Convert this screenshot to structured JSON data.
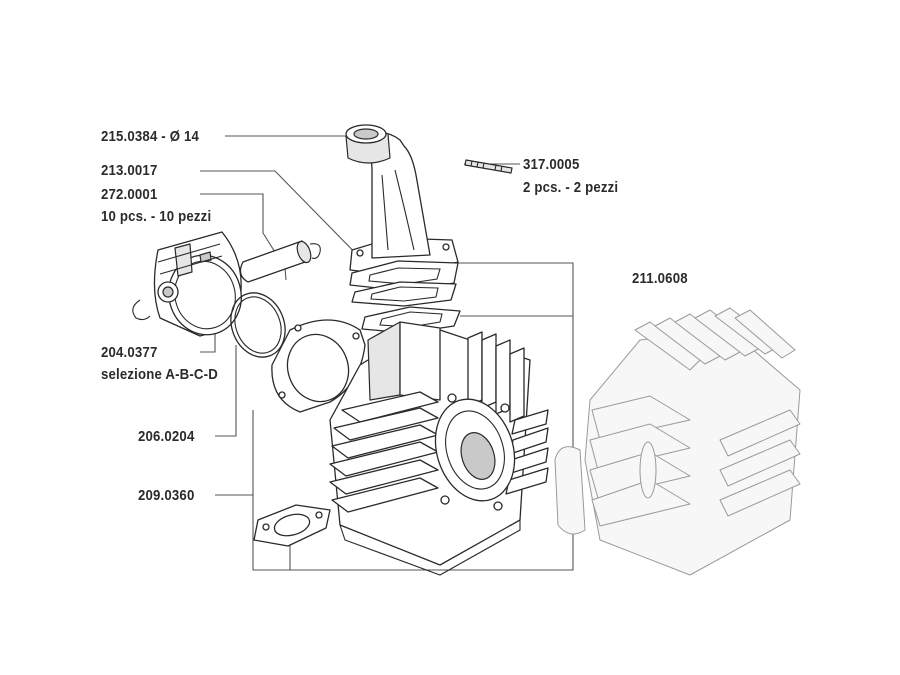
{
  "parts": {
    "intake_manifold": {
      "code": "215.0384 - Ø 14"
    },
    "gasket_manifold": {
      "code": "213.0017"
    },
    "piston_pin_clip": {
      "code": "272.0001",
      "qty": "10 pcs. - 10 pezzi"
    },
    "stud": {
      "code": "317.0005",
      "qty": "2 pcs. - 2 pezzi"
    },
    "piston": {
      "code": "204.0377",
      "note": "selezione A-B-C-D"
    },
    "piston_ring": {
      "code": "206.0204"
    },
    "base_gasket": {
      "code": "209.0360"
    },
    "cylinder_head_alt": {
      "code": "211.0608"
    }
  }
}
